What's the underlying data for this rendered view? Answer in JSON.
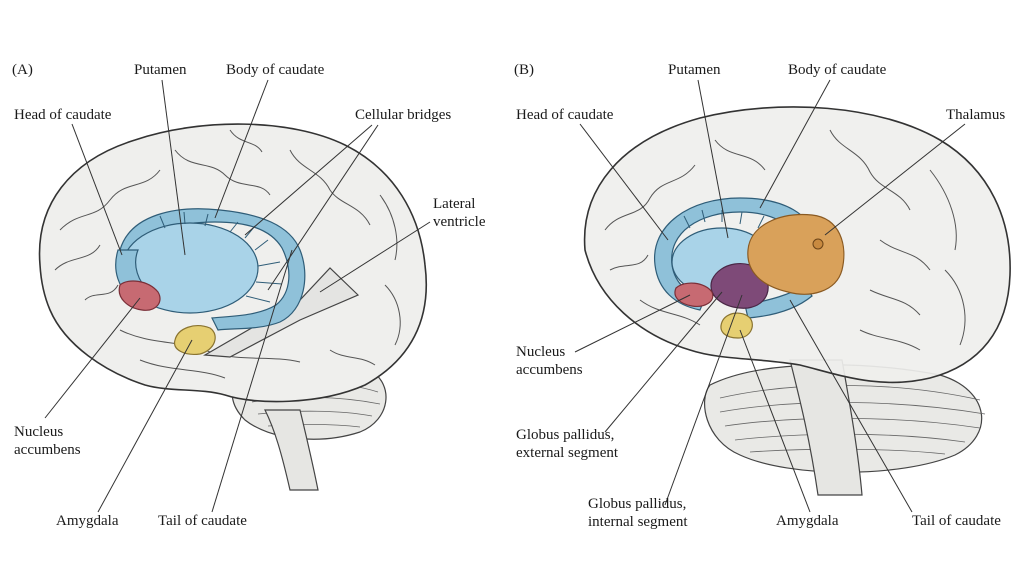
{
  "panel_a": {
    "tag": "(A)",
    "labels": {
      "putamen": "Putamen",
      "body_of_caudate": "Body of caudate",
      "head_of_caudate": "Head of caudate",
      "cellular_bridges": "Cellular bridges",
      "lateral_ventricle_1": "Lateral",
      "lateral_ventricle_2": "ventricle",
      "nucleus_accumbens_1": "Nucleus",
      "nucleus_accumbens_2": "accumbens",
      "amygdala": "Amygdala",
      "tail_of_caudate": "Tail of caudate"
    }
  },
  "panel_b": {
    "tag": "(B)",
    "labels": {
      "putamen": "Putamen",
      "body_of_caudate": "Body of caudate",
      "head_of_caudate": "Head of caudate",
      "thalamus": "Thalamus",
      "nucleus_accumbens_1": "Nucleus",
      "nucleus_accumbens_2": "accumbens",
      "gp_external_1": "Globus pallidus,",
      "gp_external_2": "external segment",
      "gp_internal_1": "Globus pallidus,",
      "gp_internal_2": "internal segment",
      "amygdala": "Amygdala",
      "tail_of_caudate": "Tail of caudate"
    }
  },
  "colors": {
    "striatum_blue": "#8fc1d9",
    "putamen_blue": "#a9d3e8",
    "nucleus_accumbens_red": "#c76a72",
    "amygdala_yellow": "#e6cf72",
    "thalamus_orange": "#d9a15a",
    "globus_pallidus_purple": "#7e4a78",
    "brain_fill": "#efefed",
    "outline": "#333333"
  }
}
